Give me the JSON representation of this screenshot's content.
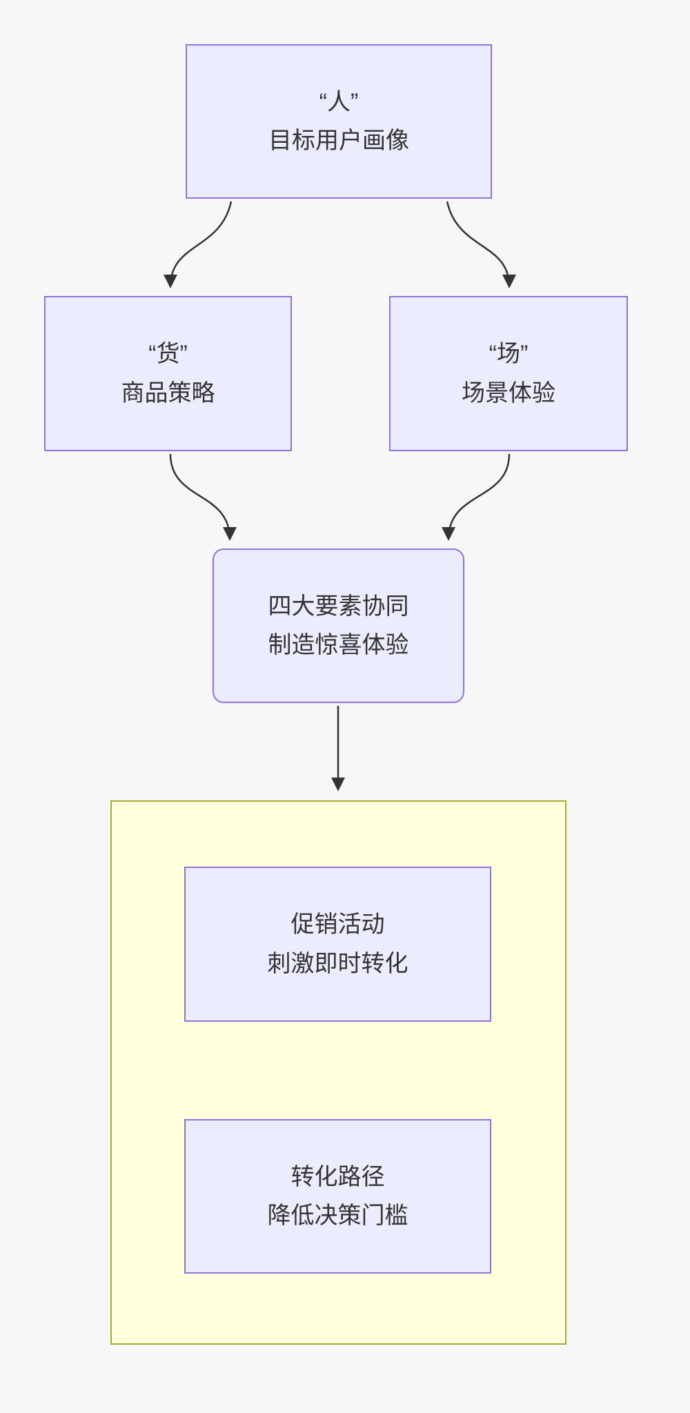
{
  "diagram": {
    "type": "flowchart",
    "direction": "top-down",
    "nodes": {
      "person": {
        "line1": "“人”",
        "line2": "目标用户画像"
      },
      "goods": {
        "line1": "“货”",
        "line2": "商品策略"
      },
      "scene": {
        "line1": "“场”",
        "line2": "场景体验"
      },
      "synergy": {
        "line1": "四大要素协同",
        "line2": "制造惊喜体验"
      },
      "promotion": {
        "line1": "促销活动",
        "line2": "刺激即时转化"
      },
      "conversion": {
        "line1": "转化路径",
        "line2": "降低决策门槛"
      }
    },
    "edges": [
      {
        "from": "person",
        "to": "goods"
      },
      {
        "from": "person",
        "to": "scene"
      },
      {
        "from": "goods",
        "to": "synergy"
      },
      {
        "from": "scene",
        "to": "synergy"
      },
      {
        "from": "synergy",
        "to": "cluster"
      }
    ]
  },
  "colors": {
    "node_fill": "#ECECFF",
    "node_border": "#9370DB",
    "cluster_fill": "#ffffde",
    "cluster_border": "#aaaa33",
    "arrow": "#333333",
    "background": "#f7f7f8",
    "text": "#333333"
  }
}
